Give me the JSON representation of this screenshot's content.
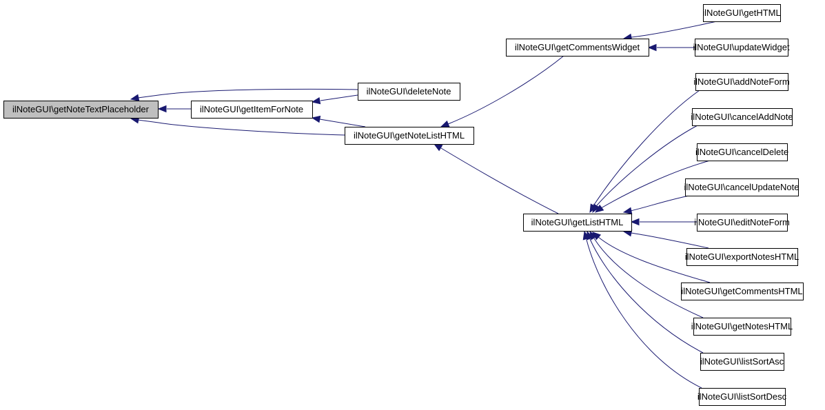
{
  "colors": {
    "edge": "#191970",
    "root_fill": "#bfbfbf",
    "node_fill": "#ffffff",
    "border": "#000000"
  },
  "nodes": [
    {
      "id": "getNoteTextPlaceholder",
      "label": "ilNoteGUI\\getNoteTextPlaceholder",
      "root": true
    },
    {
      "id": "getItemForNote",
      "label": "ilNoteGUI\\getItemForNote"
    },
    {
      "id": "deleteNote",
      "label": "ilNoteGUI\\deleteNote"
    },
    {
      "id": "getNoteListHTML",
      "label": "ilNoteGUI\\getNoteListHTML"
    },
    {
      "id": "getCommentsWidget",
      "label": "ilNoteGUI\\getCommentsWidget"
    },
    {
      "id": "getHTML",
      "label": "ilNoteGUI\\getHTML"
    },
    {
      "id": "updateWidget",
      "label": "ilNoteGUI\\updateWidget"
    },
    {
      "id": "getListHTML",
      "label": "ilNoteGUI\\getListHTML"
    },
    {
      "id": "addNoteForm",
      "label": "ilNoteGUI\\addNoteForm"
    },
    {
      "id": "cancelAddNote",
      "label": "ilNoteGUI\\cancelAddNote"
    },
    {
      "id": "cancelDelete",
      "label": "ilNoteGUI\\cancelDelete"
    },
    {
      "id": "cancelUpdateNote",
      "label": "ilNoteGUI\\cancelUpdateNote"
    },
    {
      "id": "editNoteForm",
      "label": "ilNoteGUI\\editNoteForm"
    },
    {
      "id": "exportNotesHTML",
      "label": "ilNoteGUI\\exportNotesHTML"
    },
    {
      "id": "getCommentsHTML",
      "label": "ilNoteGUI\\getCommentsHTML"
    },
    {
      "id": "getNotesHTML",
      "label": "ilNoteGUI\\getNotesHTML"
    },
    {
      "id": "listSortAsc",
      "label": "ilNoteGUI\\listSortAsc"
    },
    {
      "id": "listSortDesc",
      "label": "ilNoteGUI\\listSortDesc"
    }
  ],
  "edges": [
    {
      "from": "deleteNote",
      "to": "getNoteTextPlaceholder"
    },
    {
      "from": "getItemForNote",
      "to": "getNoteTextPlaceholder"
    },
    {
      "from": "getNoteListHTML",
      "to": "getNoteTextPlaceholder"
    },
    {
      "from": "deleteNote",
      "to": "getItemForNote"
    },
    {
      "from": "getNoteListHTML",
      "to": "getItemForNote"
    },
    {
      "from": "getCommentsWidget",
      "to": "getNoteListHTML"
    },
    {
      "from": "getListHTML",
      "to": "getNoteListHTML"
    },
    {
      "from": "getHTML",
      "to": "getCommentsWidget"
    },
    {
      "from": "updateWidget",
      "to": "getCommentsWidget"
    },
    {
      "from": "addNoteForm",
      "to": "getListHTML"
    },
    {
      "from": "cancelAddNote",
      "to": "getListHTML"
    },
    {
      "from": "cancelDelete",
      "to": "getListHTML"
    },
    {
      "from": "cancelUpdateNote",
      "to": "getListHTML"
    },
    {
      "from": "editNoteForm",
      "to": "getListHTML"
    },
    {
      "from": "exportNotesHTML",
      "to": "getListHTML"
    },
    {
      "from": "getCommentsHTML",
      "to": "getListHTML"
    },
    {
      "from": "getNotesHTML",
      "to": "getListHTML"
    },
    {
      "from": "listSortAsc",
      "to": "getListHTML"
    },
    {
      "from": "listSortDesc",
      "to": "getListHTML"
    }
  ]
}
